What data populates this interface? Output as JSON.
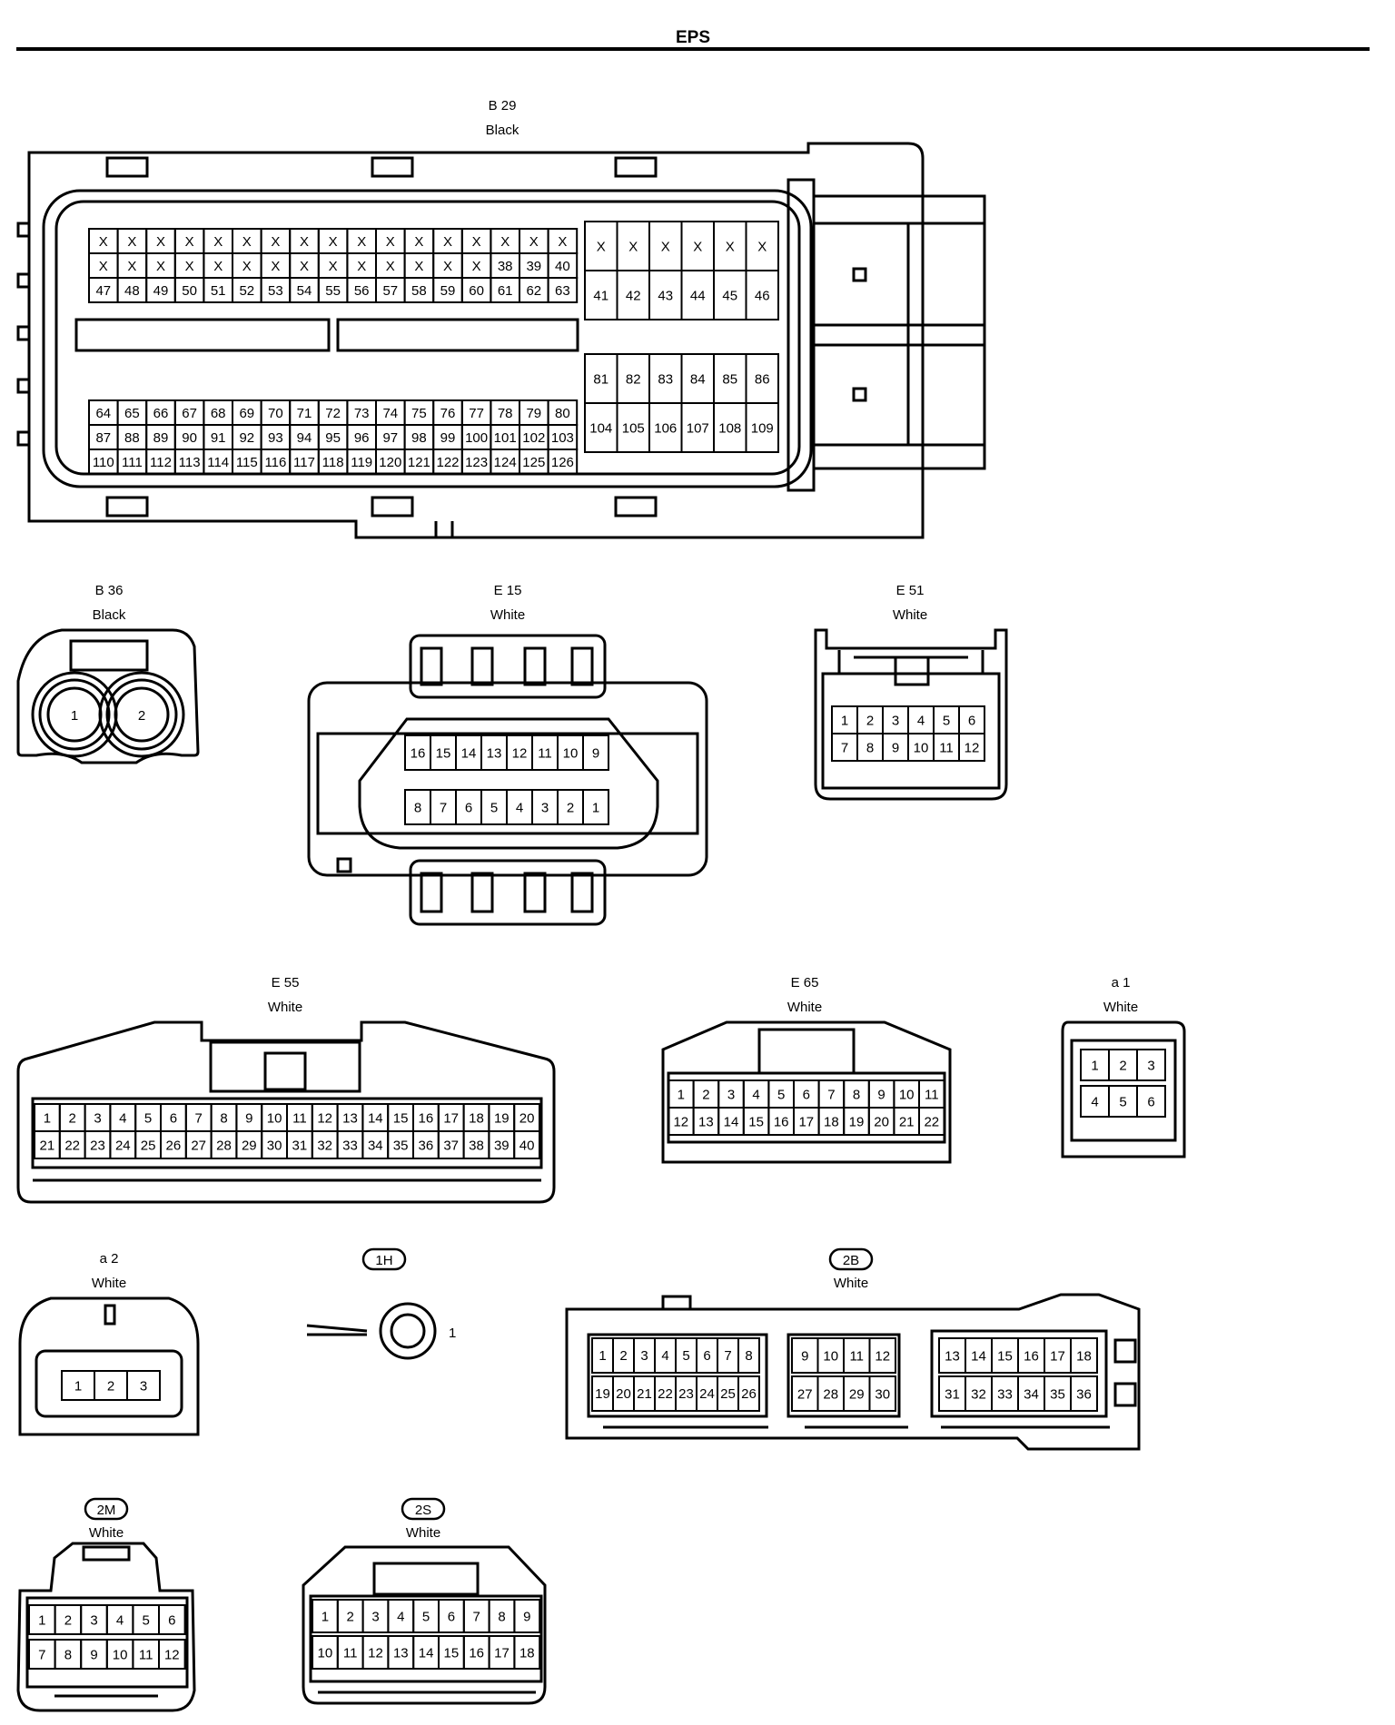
{
  "page_title": "EPS",
  "connectors": [
    {
      "id": "b29",
      "code": "B 29",
      "color": "Black",
      "rows": [
        [
          "X",
          "X",
          "X",
          "X",
          "X",
          "X",
          "X",
          "X",
          "X",
          "X",
          "X",
          "X",
          "X",
          "X",
          "X",
          "X",
          "X"
        ],
        [
          "X",
          "X",
          "X",
          "X",
          "X",
          "X",
          "X",
          "X",
          "X",
          "X",
          "X",
          "X",
          "X",
          "X",
          "38",
          "39",
          "40"
        ],
        [
          "47",
          "48",
          "49",
          "50",
          "51",
          "52",
          "53",
          "54",
          "55",
          "56",
          "57",
          "58",
          "59",
          "60",
          "61",
          "62",
          "63"
        ],
        [
          "64",
          "65",
          "66",
          "67",
          "68",
          "69",
          "70",
          "71",
          "72",
          "73",
          "74",
          "75",
          "76",
          "77",
          "78",
          "79",
          "80"
        ],
        [
          "87",
          "88",
          "89",
          "90",
          "91",
          "92",
          "93",
          "94",
          "95",
          "96",
          "97",
          "98",
          "99",
          "100",
          "101",
          "102",
          "103"
        ],
        [
          "110",
          "111",
          "112",
          "113",
          "114",
          "115",
          "116",
          "117",
          "118",
          "119",
          "120",
          "121",
          "122",
          "123",
          "124",
          "125",
          "126"
        ]
      ],
      "side_rows": [
        [
          "X",
          "X",
          "X",
          "X",
          "X",
          "X"
        ],
        [
          "41",
          "42",
          "43",
          "44",
          "45",
          "46"
        ],
        [
          "81",
          "82",
          "83",
          "84",
          "85",
          "86"
        ],
        [
          "104",
          "105",
          "106",
          "107",
          "108",
          "109"
        ]
      ]
    },
    {
      "id": "b36",
      "code": "B 36",
      "color": "Black",
      "rows": [
        [
          "1",
          "2"
        ]
      ]
    },
    {
      "id": "e15",
      "code": "E 15",
      "color": "White",
      "rows": [
        [
          "16",
          "15",
          "14",
          "13",
          "12",
          "11",
          "10",
          "9"
        ],
        [
          "8",
          "7",
          "6",
          "5",
          "4",
          "3",
          "2",
          "1"
        ]
      ]
    },
    {
      "id": "e51",
      "code": "E 51",
      "color": "White",
      "rows": [
        [
          "1",
          "2",
          "3",
          "4",
          "5",
          "6"
        ],
        [
          "7",
          "8",
          "9",
          "10",
          "11",
          "12"
        ]
      ]
    },
    {
      "id": "e55",
      "code": "E 55",
      "color": "White",
      "rows": [
        [
          "1",
          "2",
          "3",
          "4",
          "5",
          "6",
          "7",
          "8",
          "9",
          "10",
          "11",
          "12",
          "13",
          "14",
          "15",
          "16",
          "17",
          "18",
          "19",
          "20"
        ],
        [
          "21",
          "22",
          "23",
          "24",
          "25",
          "26",
          "27",
          "28",
          "29",
          "30",
          "31",
          "32",
          "33",
          "34",
          "35",
          "36",
          "37",
          "38",
          "39",
          "40"
        ]
      ]
    },
    {
      "id": "e65",
      "code": "E 65",
      "color": "White",
      "rows": [
        [
          "1",
          "2",
          "3",
          "4",
          "5",
          "6",
          "7",
          "8",
          "9",
          "10",
          "11"
        ],
        [
          "12",
          "13",
          "14",
          "15",
          "16",
          "17",
          "18",
          "19",
          "20",
          "21",
          "22"
        ]
      ]
    },
    {
      "id": "a1",
      "code": "a 1",
      "color": "White",
      "rows": [
        [
          "1",
          "2",
          "3"
        ],
        [
          "4",
          "5",
          "6"
        ]
      ]
    },
    {
      "id": "a2",
      "code": "a 2",
      "color": "White",
      "rows": [
        [
          "1",
          "2",
          "3"
        ]
      ]
    },
    {
      "id": "1h",
      "code": "1H",
      "color": "",
      "rows": [
        [
          "1"
        ]
      ]
    },
    {
      "id": "2b",
      "code": "2B",
      "color": "White",
      "groups": [
        [
          [
            "1",
            "2",
            "3",
            "4",
            "5",
            "6",
            "7",
            "8"
          ],
          [
            "19",
            "20",
            "21",
            "22",
            "23",
            "24",
            "25",
            "26"
          ]
        ],
        [
          [
            "9",
            "10",
            "11",
            "12"
          ],
          [
            "27",
            "28",
            "29",
            "30"
          ]
        ],
        [
          [
            "13",
            "14",
            "15",
            "16",
            "17",
            "18"
          ],
          [
            "31",
            "32",
            "33",
            "34",
            "35",
            "36"
          ]
        ]
      ]
    },
    {
      "id": "2m",
      "code": "2M",
      "color": "White",
      "rows": [
        [
          "1",
          "2",
          "3",
          "4",
          "5",
          "6"
        ],
        [
          "7",
          "8",
          "9",
          "10",
          "11",
          "12"
        ]
      ]
    },
    {
      "id": "2s",
      "code": "2S",
      "color": "White",
      "rows": [
        [
          "1",
          "2",
          "3",
          "4",
          "5",
          "6",
          "7",
          "8",
          "9"
        ],
        [
          "10",
          "11",
          "12",
          "13",
          "14",
          "15",
          "16",
          "17",
          "18"
        ]
      ]
    }
  ]
}
